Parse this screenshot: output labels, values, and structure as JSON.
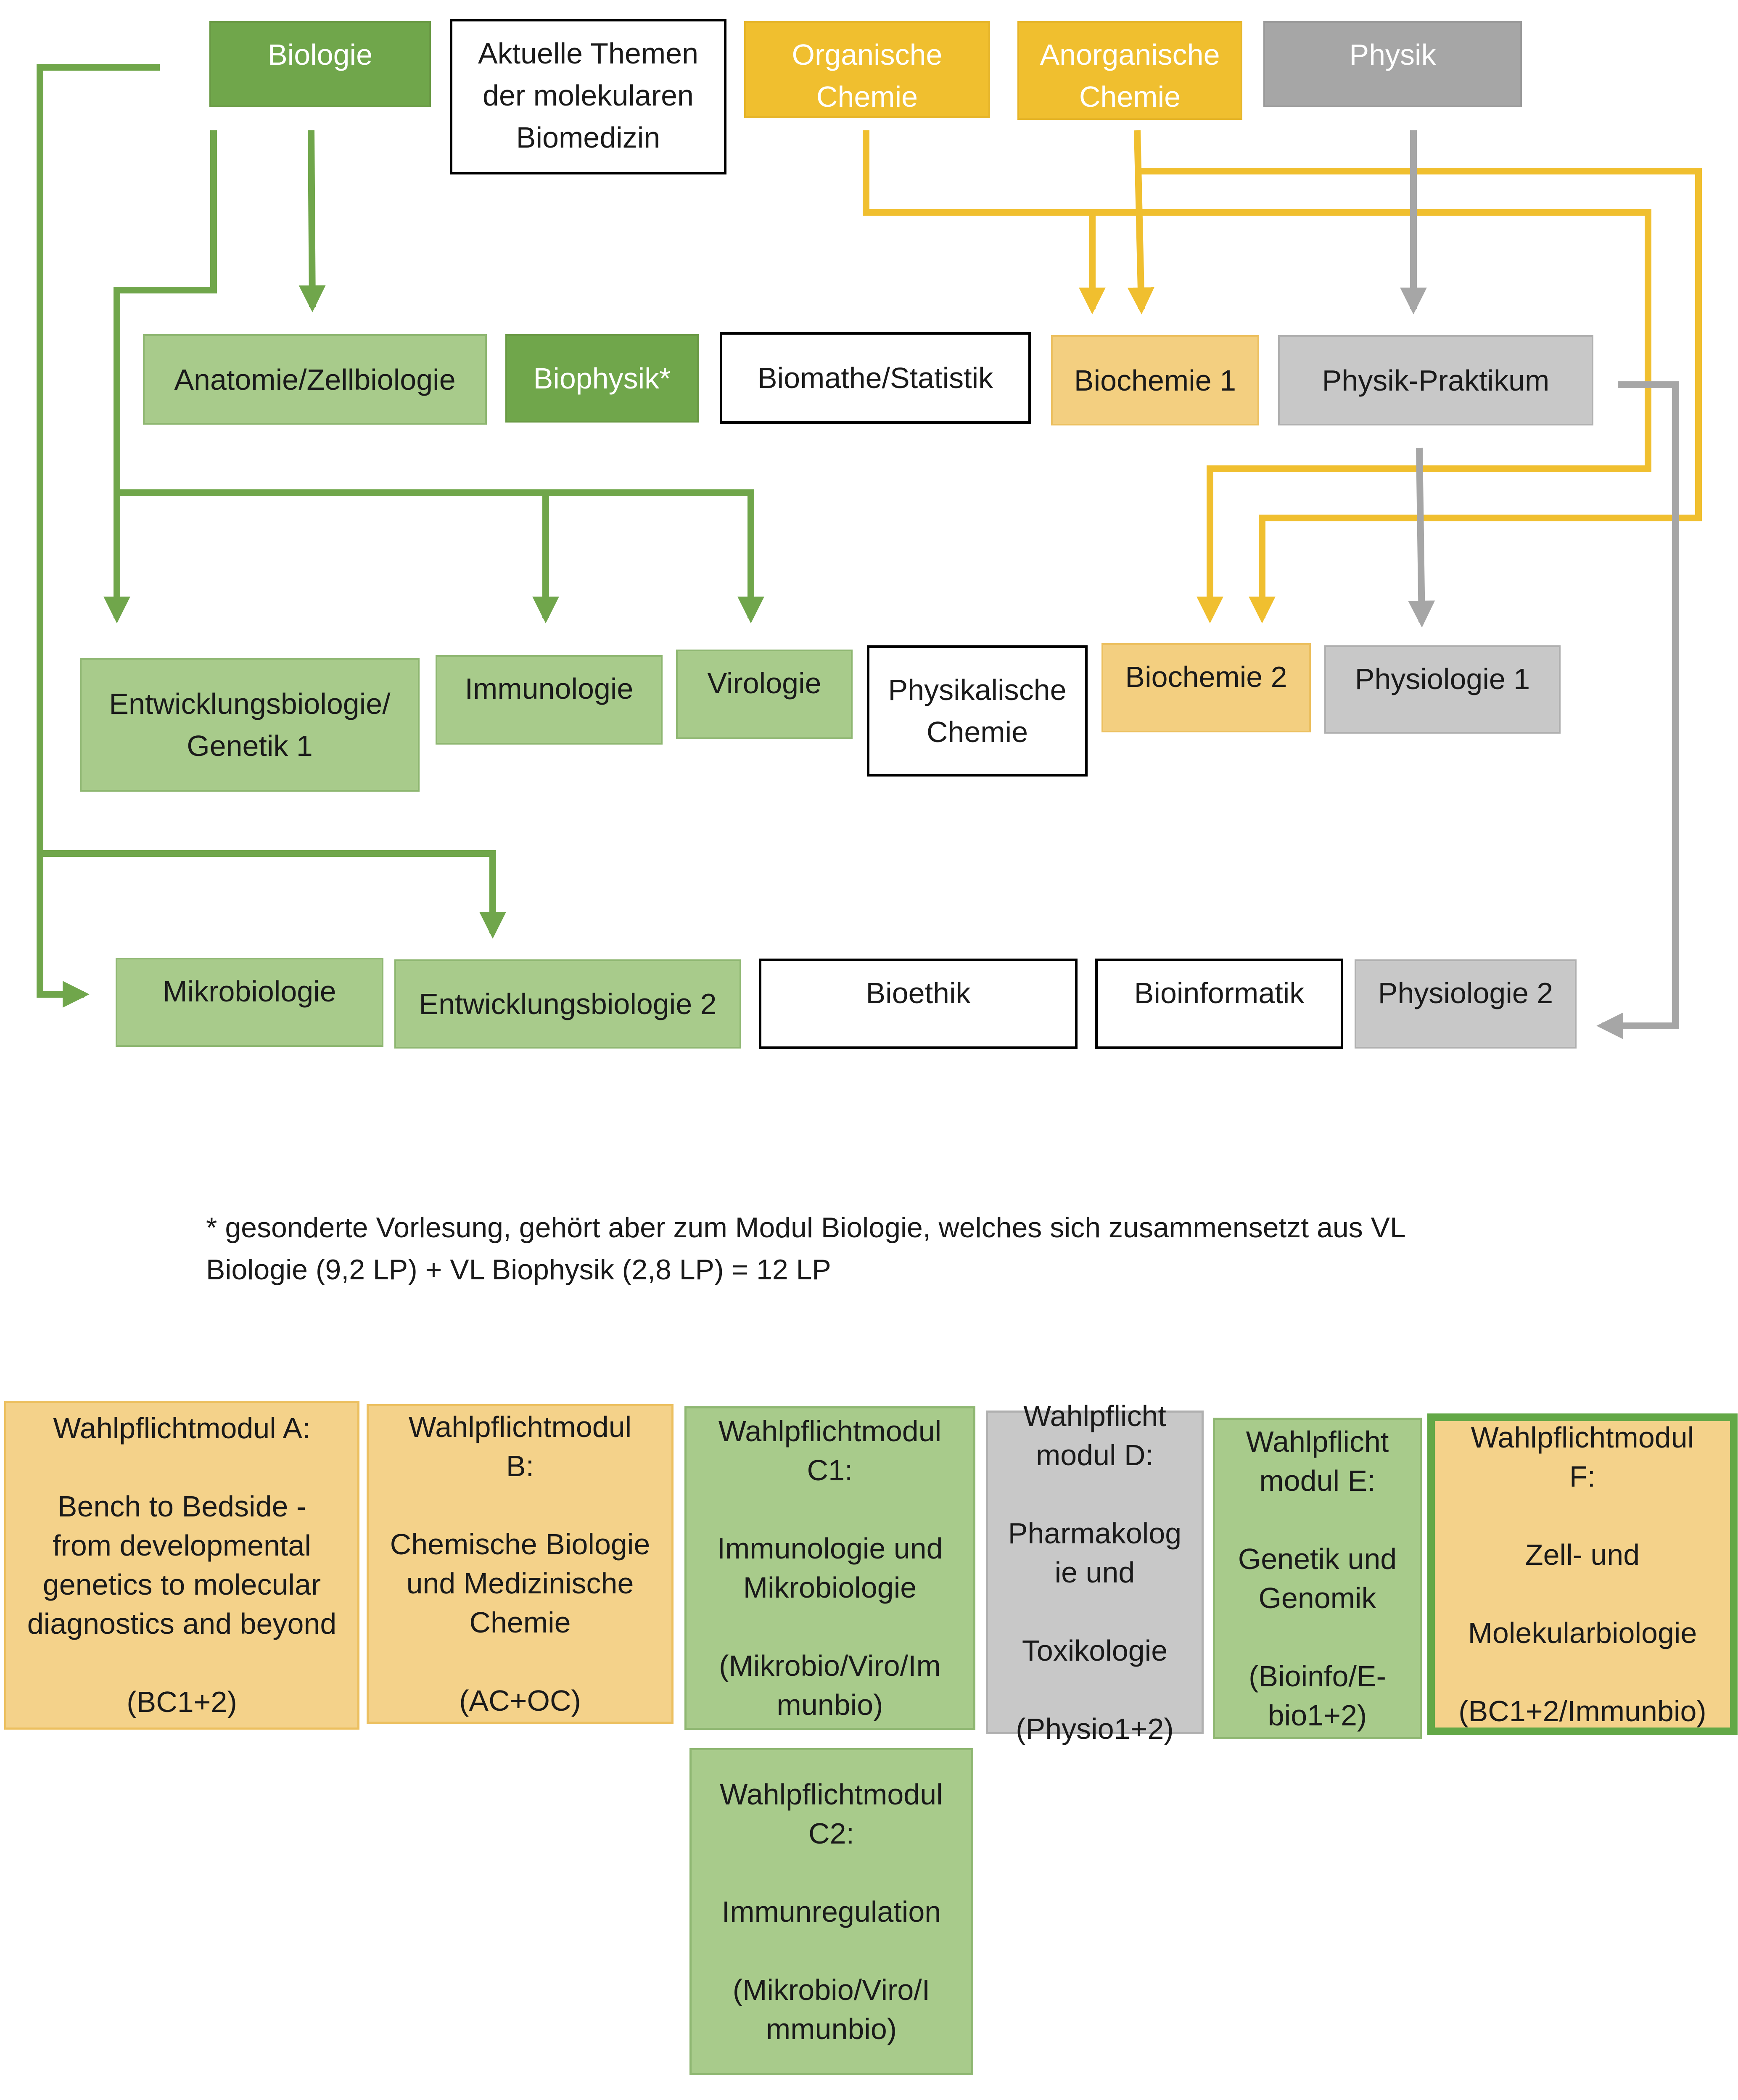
{
  "colors": {
    "green": "#70a64b",
    "yellow": "#f0bf2f",
    "grey": "#a6a6a6",
    "black": "#000000"
  },
  "top_row": {
    "biologie": "Biologie",
    "aktuelle_themen": "Aktuelle Themen\nder molekularen\nBiomedizin",
    "organische_chemie": "Organische\nChemie",
    "anorganische_chemie": "Anorganische\nChemie",
    "physik": "Physik"
  },
  "row2": {
    "anatomie": "Anatomie/Zellbiologie",
    "biophysik": "Biophysik*",
    "biomathe": "Biomathe/Statistik",
    "biochemie1": "Biochemie 1",
    "physik_praktikum": "Physik-Praktikum"
  },
  "row3": {
    "entwicklungsbiologie1": "Entwicklungsbiologie/\nGenetik 1",
    "immunologie": "Immunologie",
    "virologie": "Virologie",
    "physikalische_chemie": "Physikalische\nChemie",
    "biochemie2": "Biochemie 2",
    "physiologie1": "Physiologie 1"
  },
  "row4": {
    "mikrobiologie": "Mikrobiologie",
    "entwicklungsbiologie2": "Entwicklungsbiologie 2",
    "bioethik": "Bioethik",
    "bioinformatik": "Bioinformatik",
    "physiologie2": "Physiologie 2"
  },
  "footnote": {
    "line1": "* gesonderte Vorlesung, gehört aber zum Modul Biologie, welches sich zusammensetzt aus VL",
    "line2": "Biologie (9,2 LP) + VL Biophysik (2,8 LP) = 12 LP"
  },
  "electives": {
    "a": "Wahlpflichtmodul A:\n\nBench to Bedside -\nfrom developmental\ngenetics to molecular\ndiagnostics and beyond\n\n(BC1+2)",
    "b": "Wahlpflichtmodul\nB:\n\nChemische Biologie\nund Medizinische\nChemie\n\n(AC+OC)",
    "c1": "Wahlpflichtmodul\nC1:\n\nImmunologie und\nMikrobiologie\n\n(Mikrobio/Viro/Im\nmunbio)",
    "d": "Wahlpflicht\nmodul D:\n\nPharmakolog\nie und\n\nToxikologie\n\n(Physio1+2)",
    "e": "Wahlpflicht\nmodul E:\n\nGenetik und\nGenomik\n\n(Bioinfo/E-\nbio1+2)",
    "f": "Wahlpflichtmodul\nF:\n\nZell- und\n\nMolekularbiologie\n\n(BC1+2/Immunbio)",
    "c2": "Wahlpflichtmodul\nC2:\n\nImmunregulation\n\n(Mikrobio/Viro/I\nmmunbio)"
  }
}
